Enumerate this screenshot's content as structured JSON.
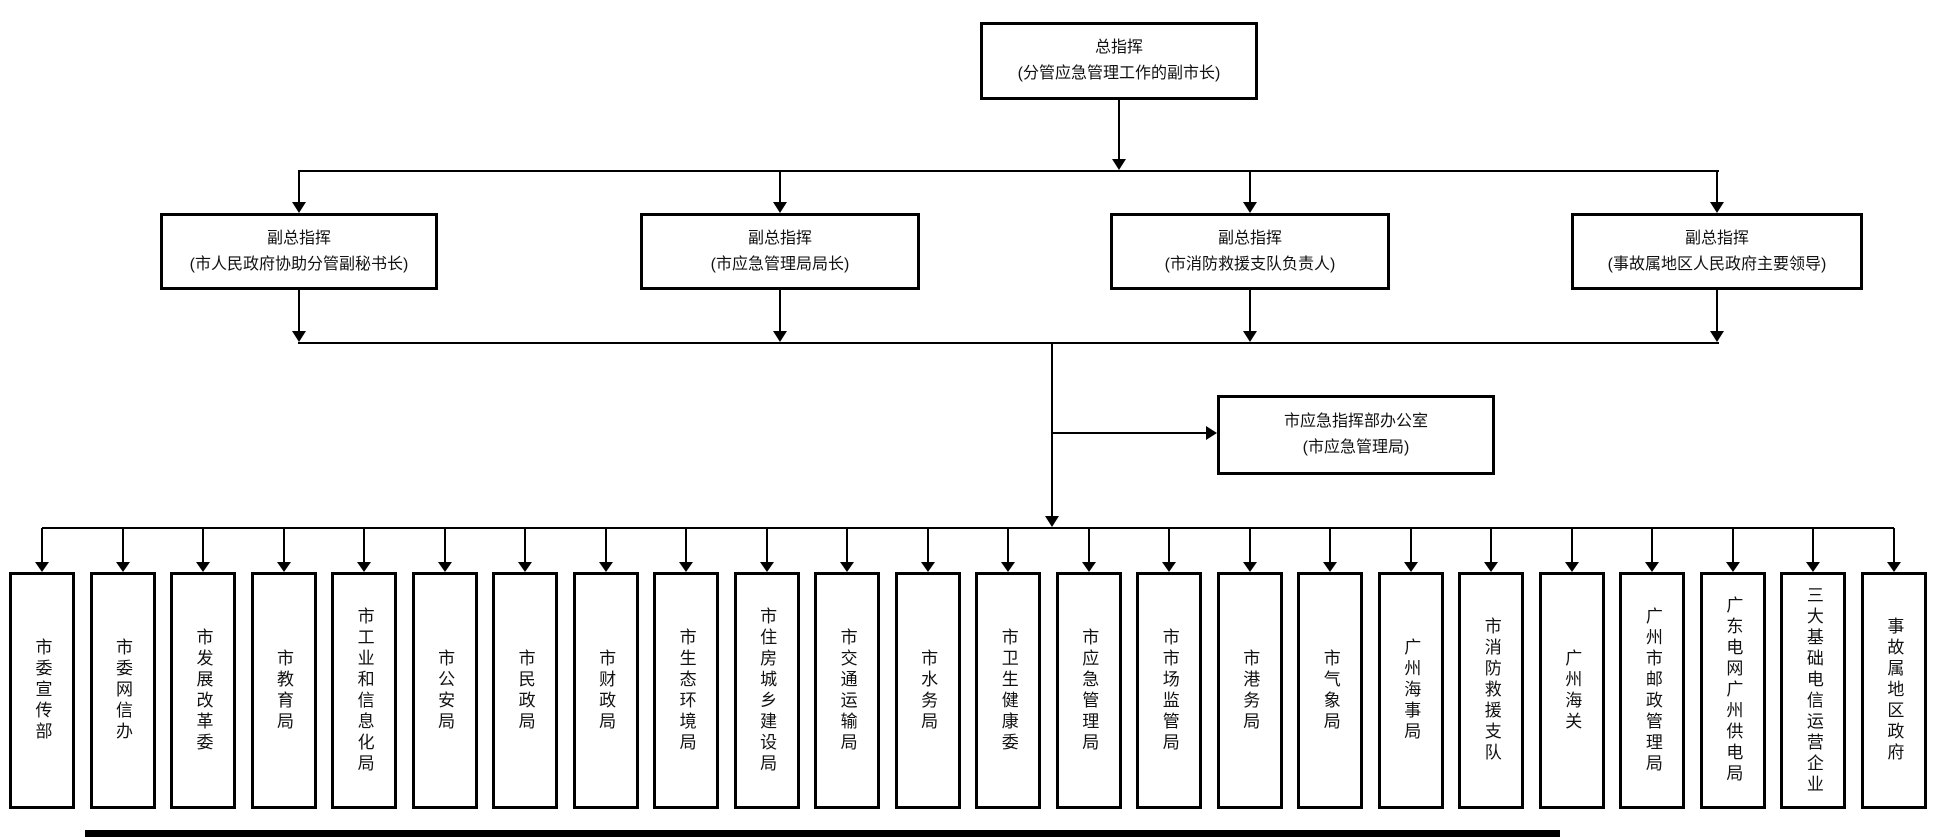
{
  "chart": {
    "commander": {
      "title": "总指挥",
      "subtitle": "(分管应急管理工作的副市长)"
    },
    "deputies": [
      {
        "title": "副总指挥",
        "subtitle": "(市人民政府协助分管副秘书长)"
      },
      {
        "title": "副总指挥",
        "subtitle": "(市应急管理局局长)"
      },
      {
        "title": "副总指挥",
        "subtitle": "(市消防救援支队负责人)"
      },
      {
        "title": "副总指挥",
        "subtitle": "(事故属地区人民政府主要领导)"
      }
    ],
    "office": {
      "title": "市应急指挥部办公室",
      "subtitle": "(市应急管理局)"
    },
    "members": [
      "市委宣传部",
      "市委网信办",
      "市发展改革委",
      "市教育局",
      "市工业和信息化局",
      "市公安局",
      "市民政局",
      "市财政局",
      "市生态环境局",
      "市住房城乡建设局",
      "市交通运输局",
      "市水务局",
      "市卫生健康委",
      "市应急管理局",
      "市市场监管局",
      "市港务局",
      "市气象局",
      "广州海事局",
      "市消防救援支队",
      "广州海关",
      "广州市邮政管理局",
      "广东电网广州供电局",
      "三大基础电信运营企业",
      "事故属地区政府"
    ],
    "line_color": "#000000",
    "background_color": "#ffffff"
  }
}
